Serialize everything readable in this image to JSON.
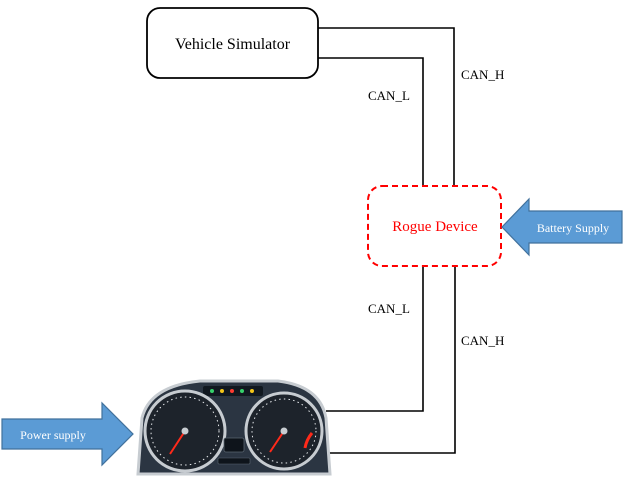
{
  "nodes": {
    "vehicle_simulator": "Vehicle Simulator",
    "rogue_device": "Rogue Device",
    "battery_supply": "Battery Supply",
    "power_supply": "Power supply"
  },
  "signals": {
    "can_h_top": "CAN_H",
    "can_l_top": "CAN_L",
    "can_l_bottom": "CAN_L",
    "can_h_bottom": "CAN_H"
  },
  "colors": {
    "line": "#000000",
    "rogue": "#ff0000",
    "arrow_fill": "#5b9bd5",
    "arrow_stroke": "#41719c",
    "cluster_body": "#2b3542",
    "cluster_frame": "#c7ccd1",
    "gauge_face": "#1d232b",
    "needle": "#ff2a1a"
  },
  "icons": {
    "cluster": "instrument-cluster-icon"
  }
}
